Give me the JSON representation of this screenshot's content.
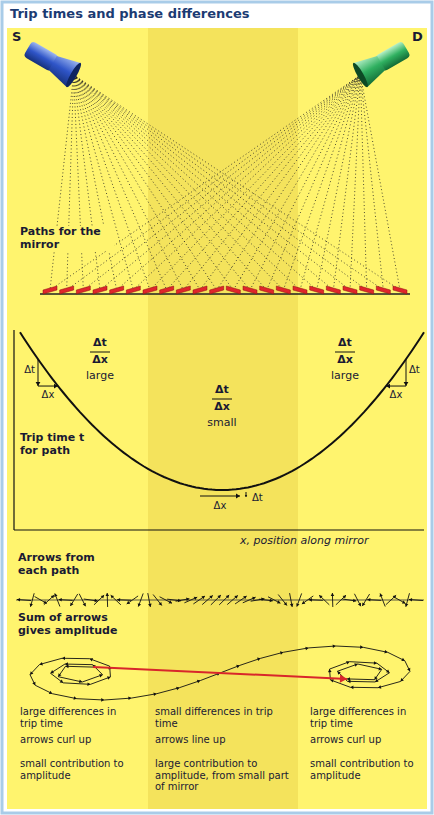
{
  "diagram": {
    "title": "Trip times and phase differences",
    "labels": [
      "S",
      "D",
      "Paths for the mirror",
      "Trip time t for path",
      "Δt",
      "Δx",
      "large",
      "Δt",
      "Δx",
      "small",
      "Δt",
      "Δx",
      "large",
      "Δt",
      "Δx",
      "Δx",
      "Δt",
      "Δt",
      "Δx",
      "x, position along mirror",
      "Arrows from each path",
      "Sum of arrows gives amplitude",
      "large differences in trip time",
      "small differences in trip time",
      "large differences in trip time",
      "arrows curl up",
      "arrows line up",
      "arrows curl up",
      "small contribution to amplitude",
      "large contribution to amplitude, from small part of mirror",
      "small contribution to amplitude"
    ]
  }
}
